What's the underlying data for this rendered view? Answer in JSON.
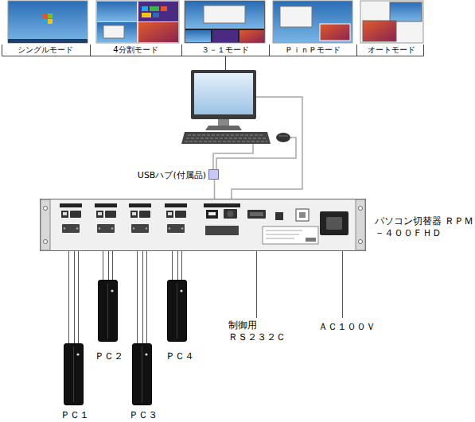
{
  "diagram": {
    "nodes": [
      {
        "text": [
          "USBハブ(付属品)"
        ]
      },
      {
        "text": [
          "パソコン切替器 ＲＰＭ－４００ＦＨＤ"
        ]
      },
      {
        "text": [
          "ＰＣ１"
        ]
      },
      {
        "text": [
          "ＰＣ２"
        ]
      },
      {
        "text": [
          "ＰＣ３"
        ]
      },
      {
        "text": [
          "ＰＣ４"
        ]
      }
    ],
    "edges": [
      {
        "from": 0,
        "to": 1,
        "arrow": "none"
      },
      {
        "from": 1,
        "to": 2,
        "arrow": "none"
      },
      {
        "from": 1,
        "to": 3,
        "arrow": "none"
      },
      {
        "from": 1,
        "to": 4,
        "arrow": "none"
      },
      {
        "from": 1,
        "to": 5,
        "arrow": "none"
      }
    ],
    "labels": [
      "シングルモード",
      "4分割モード",
      "３－１モード",
      "ＰｉｎＰモード",
      "オートモード",
      "制御用 ＲＳ２３２Ｃ",
      "ＡＣ１００Ｖ"
    ]
  }
}
